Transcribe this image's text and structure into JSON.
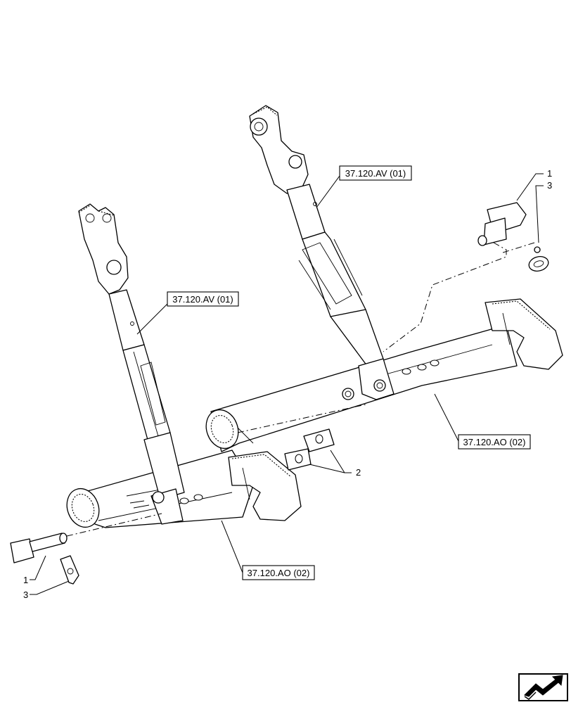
{
  "diagram": {
    "references": [
      {
        "id": "ref-left-link",
        "label": "37.120.AV (01)"
      },
      {
        "id": "ref-right-link",
        "label": "37.120.AV (01)"
      },
      {
        "id": "ref-right-arm",
        "label": "37.120.AO (02)"
      },
      {
        "id": "ref-left-arm",
        "label": "37.120.AO (02)"
      }
    ],
    "callouts": {
      "pin_left": "1",
      "clip_left": "3",
      "pin_right": "1",
      "clip_right": "3",
      "washers": "2"
    },
    "nav_icon": "page-turn-arrow-icon"
  }
}
